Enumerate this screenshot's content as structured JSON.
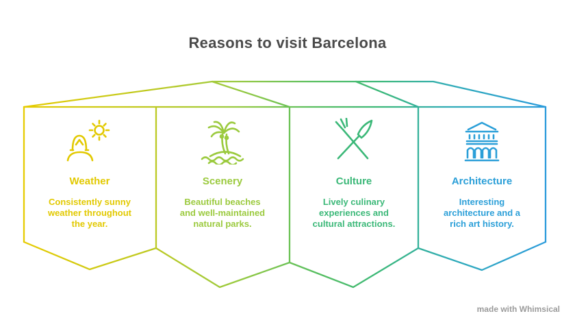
{
  "title": "Reasons to visit Barcelona",
  "watermark": "made with Whimsical",
  "colors": {
    "background": "#FFFFFF",
    "title_text": "#4A4A4A",
    "watermark_text": "#9B9B9B",
    "weather": "#E2C900",
    "scenery": "#9BCA3E",
    "culture": "#3BB878",
    "architecture": "#2B9FD8"
  },
  "cards": [
    {
      "heading": "Weather",
      "body": "Consistently sunny\nweather throughout\nthe year.",
      "icon": "sun-over-hills-icon",
      "color": "#E2C900"
    },
    {
      "heading": "Scenery",
      "body": "Beautiful beaches\nand well-maintained\nnatural parks.",
      "icon": "palm-tree-beach-icon",
      "color": "#9BCA3E"
    },
    {
      "heading": "Culture",
      "body": "Lively culinary\nexperiences and\ncultural attractions.",
      "icon": "crossed-fork-knife-icon",
      "color": "#3BB878"
    },
    {
      "heading": "Architecture",
      "body": "Interesting\narchitecture and a\nrich art history.",
      "icon": "museum-building-icon",
      "color": "#2B9FD8"
    }
  ]
}
